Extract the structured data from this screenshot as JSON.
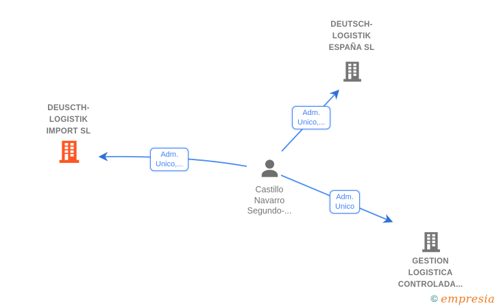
{
  "diagram": {
    "companies": {
      "espana": {
        "lines": [
          "DEUTSCH-",
          "LOGISTIK",
          "ESPAÑA SL"
        ]
      },
      "import": {
        "lines": [
          "DEUSCTH-",
          "LOGISTIK",
          "IMPORT  SL"
        ]
      },
      "gestion": {
        "lines": [
          "GESTION",
          "LOGISTICA",
          "CONTROLADA..."
        ]
      }
    },
    "person": {
      "lines": [
        "Castillo",
        "Navarro",
        "Segundo-..."
      ]
    },
    "edge_labels": {
      "to_espana": [
        "Adm.",
        "Unico,..."
      ],
      "to_import": [
        "Adm.",
        "Unico,..."
      ],
      "to_gestion": [
        "Adm.",
        "Unico"
      ]
    }
  },
  "colors": {
    "edge_blue": "#4a8cf0",
    "arrow_blue": "#2f6fd8",
    "label_blue": "#4285f4",
    "node_gray": "#757575",
    "company_text_gray": "#777777",
    "accent_orange": "#ff5722",
    "brand_orange": "#ee7b1f",
    "brand_teal": "#1a7f7d",
    "background": "#ffffff"
  },
  "footer": {
    "copyright_symbol": "©",
    "brand": "empresia"
  }
}
